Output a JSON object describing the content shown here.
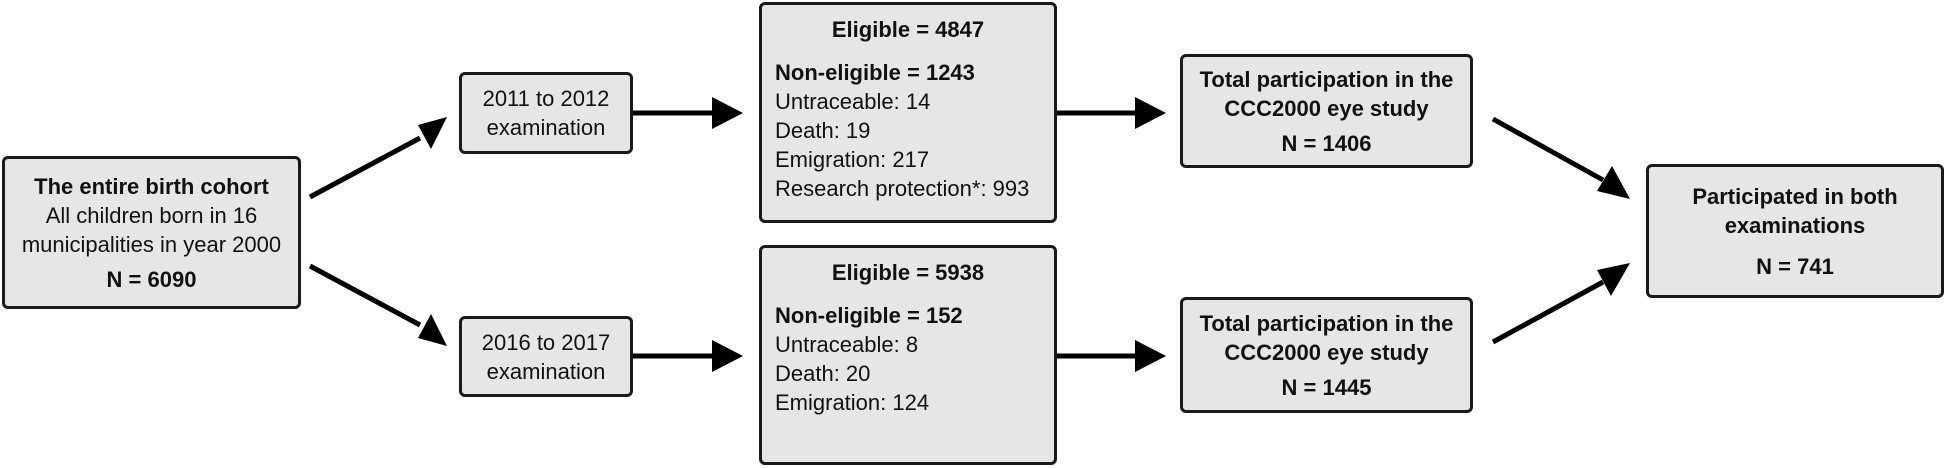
{
  "colors": {
    "box_fill": "#e6e6e6",
    "border": "#1a1a1a",
    "arrow": "#000000"
  },
  "diagram": {
    "cohort": {
      "title": "The entire birth cohort",
      "desc_line1": "All children born in 16",
      "desc_line2": "municipalities in year 2000",
      "n": "N = 6090"
    },
    "wave1": {
      "exam_line1": "2011 to 2012",
      "exam_line2": "examination",
      "eligible": "Eligible = 4847",
      "non_eligible": "Non-eligible = 1243",
      "reasons": [
        "Untraceable: 14",
        "Death: 19",
        "Emigration: 217",
        "Research protection*: 993"
      ],
      "participation_line1": "Total participation in the",
      "participation_line2": "CCC2000 eye study",
      "participation_n": "N = 1406"
    },
    "wave2": {
      "exam_line1": "2016 to 2017",
      "exam_line2": "examination",
      "eligible": "Eligible = 5938",
      "non_eligible": "Non-eligible = 152",
      "reasons": [
        "Untraceable: 8",
        "Death: 20",
        "Emigration: 124"
      ],
      "participation_line1": "Total participation in the",
      "participation_line2": "CCC2000 eye study",
      "participation_n": "N = 1445"
    },
    "both": {
      "line1": "Participated in both",
      "line2": "examinations",
      "n": "N = 741"
    }
  }
}
